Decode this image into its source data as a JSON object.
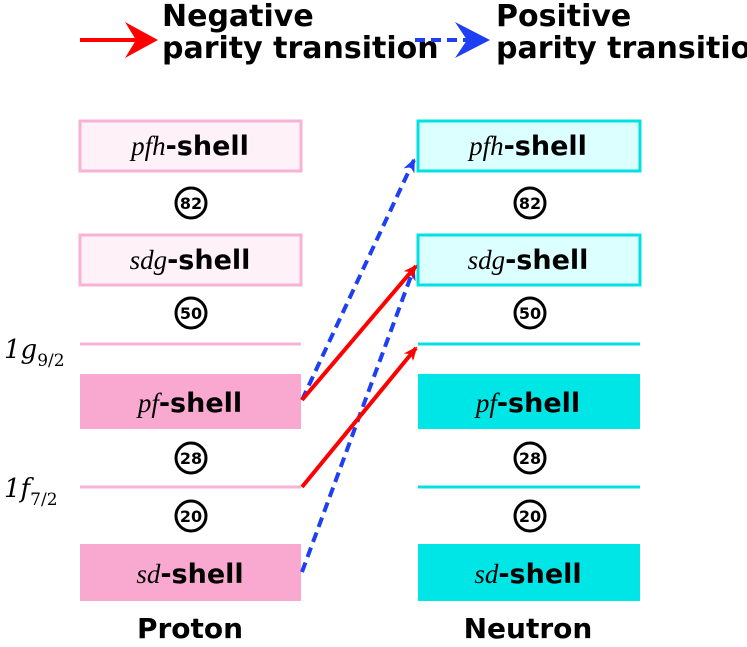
{
  "legend": {
    "negative": {
      "line1": "Negative",
      "line2": "parity transition",
      "color": "#ff0000",
      "style": "solid"
    },
    "positive": {
      "line1": "Positive",
      "line2": "parity transition",
      "color": "#1f3ff2",
      "style": "dashed"
    }
  },
  "colors": {
    "proton_fill": "#f9a9cf",
    "proton_light": "#fff1f8",
    "proton_line": "#f7b3d5",
    "neutron_fill": "#00e5e5",
    "neutron_light": "#dcffff",
    "neutron_line": "#00e1e1"
  },
  "columns": {
    "proton": {
      "label": "Proton",
      "shells": [
        {
          "id": "pfh",
          "italic": "pfh",
          "suffix": "-shell",
          "filled": false
        },
        {
          "id": "sdg",
          "italic": "sdg",
          "suffix": "-shell",
          "filled": false
        },
        {
          "id": "pf",
          "italic": "pf",
          "suffix": "-shell",
          "filled": true
        },
        {
          "id": "sd",
          "italic": "sd",
          "suffix": "-shell",
          "filled": true
        }
      ],
      "levels": [
        {
          "id": "g92",
          "label_main": "1g",
          "label_sub": "9/2"
        },
        {
          "id": "f72",
          "label_main": "1f",
          "label_sub": "7/2"
        }
      ],
      "magic": [
        "82",
        "50",
        "28",
        "20"
      ]
    },
    "neutron": {
      "label": "Neutron",
      "shells": [
        {
          "id": "pfh",
          "italic": "pfh",
          "suffix": "-shell",
          "filled": false
        },
        {
          "id": "sdg",
          "italic": "sdg",
          "suffix": "-shell",
          "filled": false
        },
        {
          "id": "pf",
          "italic": "pf",
          "suffix": "-shell",
          "filled": true
        },
        {
          "id": "sd",
          "italic": "sd",
          "suffix": "-shell",
          "filled": true
        }
      ],
      "levels": [
        {
          "id": "g92"
        },
        {
          "id": "f72"
        }
      ],
      "magic": [
        "82",
        "50",
        "28",
        "20"
      ]
    }
  },
  "transitions": [
    {
      "from": "proton.pf",
      "to": "neutron.sdg",
      "parity": "negative"
    },
    {
      "from": "proton.f72",
      "to": "neutron.g92",
      "parity": "negative"
    },
    {
      "from": "proton.pf",
      "to": "neutron.pfh",
      "parity": "positive"
    },
    {
      "from": "proton.sd",
      "to": "neutron.sdg",
      "parity": "positive"
    }
  ]
}
